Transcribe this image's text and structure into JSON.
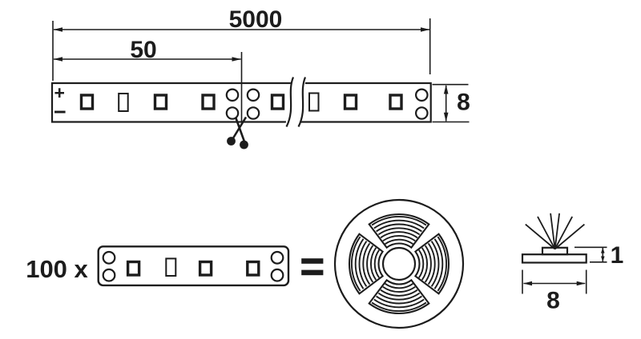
{
  "colors": {
    "line": "#1c1c1c",
    "background": "#ffffff"
  },
  "top_view": {
    "dim_total_length": "5000",
    "dim_cut_interval": "50",
    "dim_strip_width": "8",
    "polarity_plus": "+",
    "polarity_minus": "−"
  },
  "bottom_view": {
    "segment_multiplier": "100 x",
    "cross_section": {
      "dim_thickness": "1",
      "dim_width": "8"
    }
  },
  "icons": {
    "scissors": "✂",
    "equals": "=",
    "reel": "coiled-strip-reel",
    "led_rays": "light-rays"
  }
}
